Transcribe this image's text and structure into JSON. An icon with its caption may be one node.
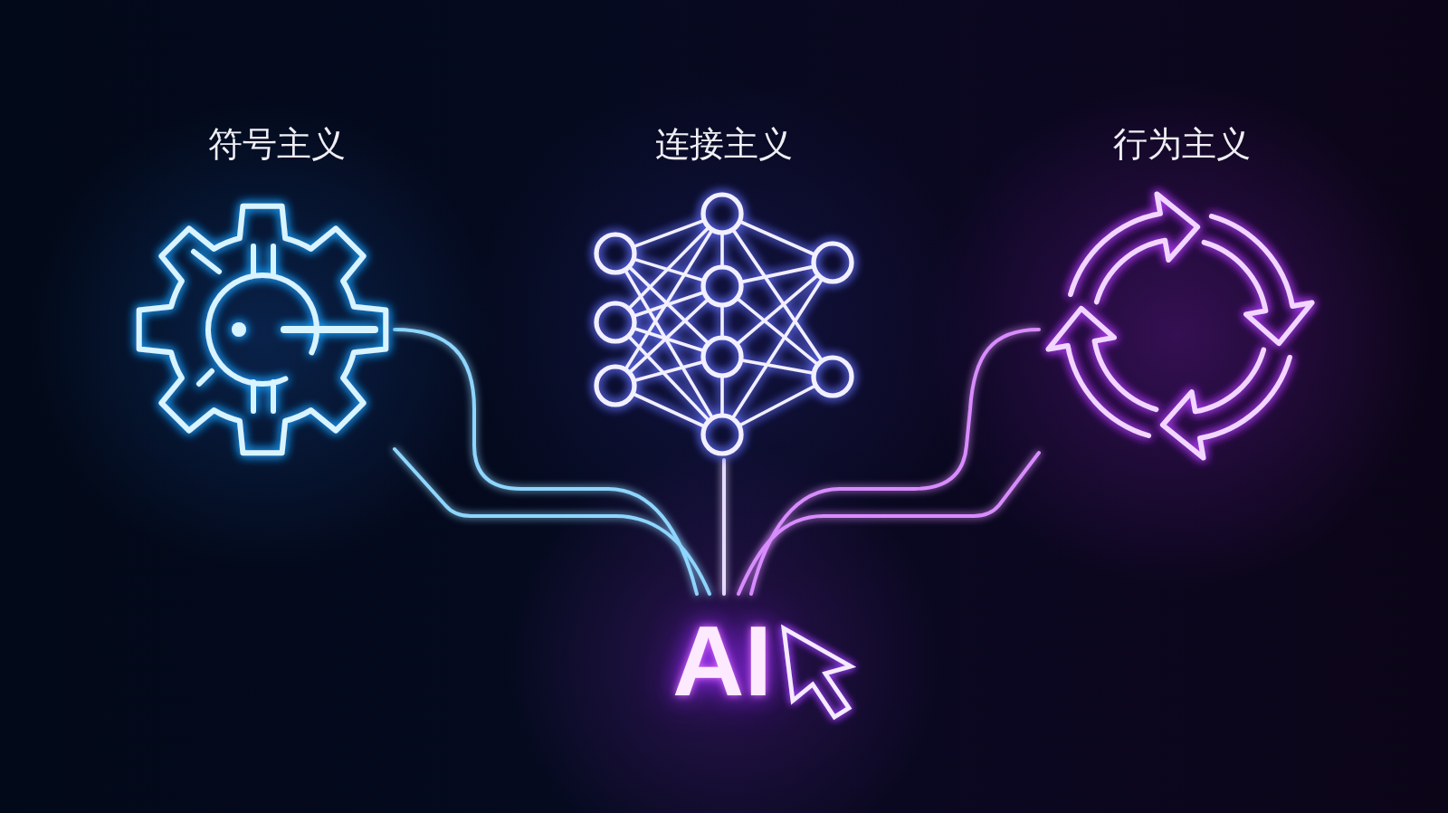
{
  "diagram": {
    "nodes": [
      {
        "text": [
          "符号主义"
        ]
      },
      {
        "text": [
          "连接主义"
        ]
      },
      {
        "text": [
          "行为主义"
        ]
      },
      {
        "text": [
          "AI"
        ]
      }
    ],
    "edges": [
      {
        "from": 0,
        "to": 3,
        "arrow": "none",
        "color": "#8ed6ff"
      },
      {
        "from": 0,
        "to": 3,
        "arrow": "none",
        "color": "#8ed6ff"
      },
      {
        "from": 1,
        "to": 3,
        "arrow": "none",
        "color": "#e6dcff"
      },
      {
        "from": 2,
        "to": 3,
        "arrow": "none",
        "color": "#d98cff"
      },
      {
        "from": 2,
        "to": 3,
        "arrow": "none",
        "color": "#d98cff"
      }
    ]
  }
}
